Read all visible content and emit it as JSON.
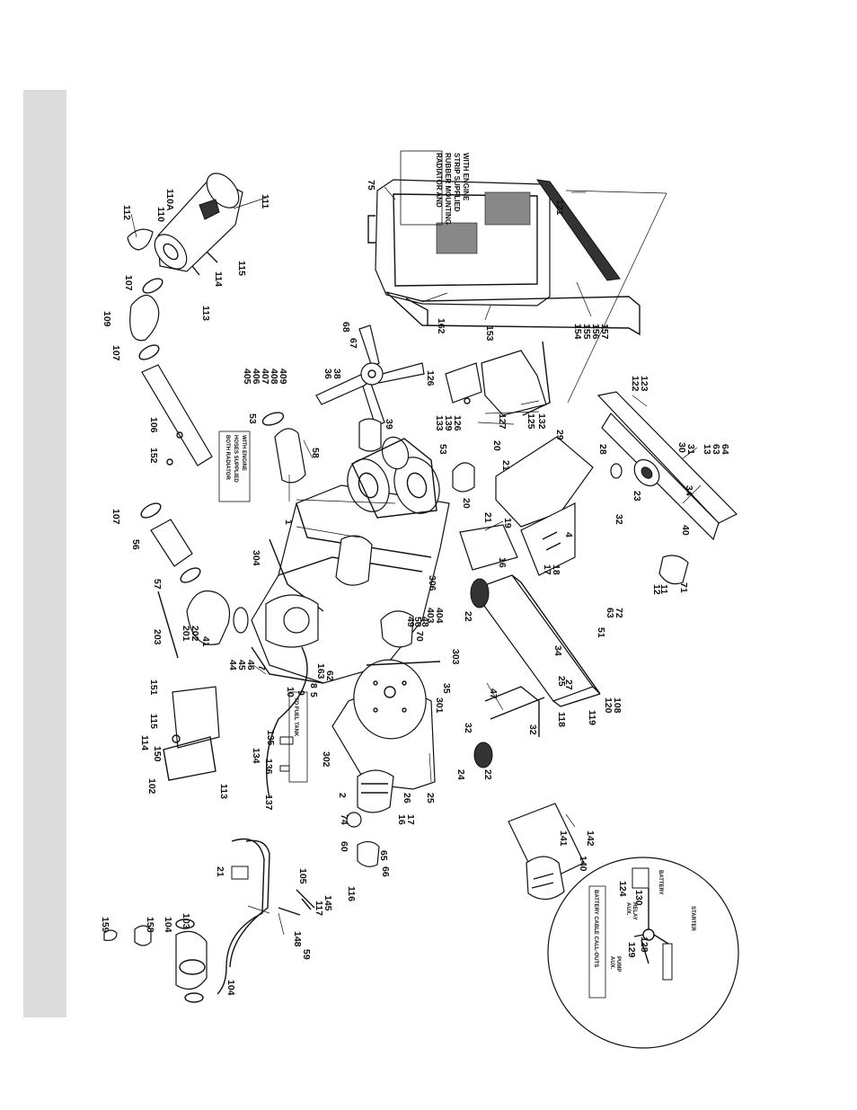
{
  "notes": {
    "radiator_note": [
      "RADIATOR AND",
      "RUBBER MOUNTING",
      "STRIP SUPPLIED",
      "WITH ENGINE"
    ],
    "hoses_note": [
      "BOTH RADIATOR",
      "HOSES SUPPLIED",
      "WITH ENGINE"
    ],
    "fuel_tank": "TO FUEL TANK",
    "battery_title": "BATTERY CABLE CALL-OUTS"
  },
  "battery_inset": {
    "battery": "BATTERY",
    "aux_relay": [
      "AUX.",
      "RELAY"
    ],
    "aux_pump": [
      "AUX.",
      "PUMP"
    ],
    "starter": "STARTER",
    "callouts": [
      "124",
      "130",
      "129",
      "128"
    ]
  },
  "callouts": [
    {
      "id": "c75",
      "text": "75"
    },
    {
      "id": "c121",
      "text": "121"
    },
    {
      "id": "c162",
      "text": "162"
    },
    {
      "id": "c153",
      "text": "153"
    },
    {
      "id": "c154",
      "text": "154"
    },
    {
      "id": "c155",
      "text": "155"
    },
    {
      "id": "c156",
      "text": "156"
    },
    {
      "id": "c157",
      "text": "157"
    },
    {
      "id": "c112",
      "text": "112"
    },
    {
      "id": "c110",
      "text": "110"
    },
    {
      "id": "c110A",
      "text": "110A"
    },
    {
      "id": "c111",
      "text": "111"
    },
    {
      "id": "c107a",
      "text": "107"
    },
    {
      "id": "c113a",
      "text": "113"
    },
    {
      "id": "c114a",
      "text": "114"
    },
    {
      "id": "c115a",
      "text": "115"
    },
    {
      "id": "c109",
      "text": "109"
    },
    {
      "id": "c107b",
      "text": "107"
    },
    {
      "id": "c106",
      "text": "106"
    },
    {
      "id": "c152",
      "text": "152"
    },
    {
      "id": "c107c",
      "text": "107"
    },
    {
      "id": "c56",
      "text": "56"
    },
    {
      "id": "c57",
      "text": "57"
    },
    {
      "id": "c203",
      "text": "203"
    },
    {
      "id": "c201",
      "text": "201"
    },
    {
      "id": "c202",
      "text": "202"
    },
    {
      "id": "c41",
      "text": "41"
    },
    {
      "id": "c405",
      "text": "405"
    },
    {
      "id": "c406",
      "text": "406"
    },
    {
      "id": "c407",
      "text": "407"
    },
    {
      "id": "c408",
      "text": "408"
    },
    {
      "id": "c409",
      "text": "409"
    },
    {
      "id": "c53a",
      "text": "53"
    },
    {
      "id": "c58",
      "text": "58"
    },
    {
      "id": "c36",
      "text": "36"
    },
    {
      "id": "c38",
      "text": "38"
    },
    {
      "id": "c68",
      "text": "68"
    },
    {
      "id": "c67",
      "text": "67"
    },
    {
      "id": "c39",
      "text": "39"
    },
    {
      "id": "c53b",
      "text": "53"
    },
    {
      "id": "c126a",
      "text": "126"
    },
    {
      "id": "c133",
      "text": "133"
    },
    {
      "id": "c139",
      "text": "139"
    },
    {
      "id": "c126b",
      "text": "126"
    },
    {
      "id": "c127",
      "text": "127"
    },
    {
      "id": "c125",
      "text": "125"
    },
    {
      "id": "c132",
      "text": "132"
    },
    {
      "id": "c122",
      "text": "122"
    },
    {
      "id": "c123",
      "text": "123"
    },
    {
      "id": "c1",
      "text": "1"
    },
    {
      "id": "c304",
      "text": "304"
    },
    {
      "id": "c20a",
      "text": "20"
    },
    {
      "id": "c21a",
      "text": "21"
    },
    {
      "id": "c29",
      "text": "29"
    },
    {
      "id": "c28",
      "text": "28"
    },
    {
      "id": "c30",
      "text": "30"
    },
    {
      "id": "c31",
      "text": "31"
    },
    {
      "id": "c13",
      "text": "13"
    },
    {
      "id": "c63a",
      "text": "63"
    },
    {
      "id": "c64",
      "text": "64"
    },
    {
      "id": "c34a",
      "text": "34"
    },
    {
      "id": "c23",
      "text": "23"
    },
    {
      "id": "c32a",
      "text": "32"
    },
    {
      "id": "c40",
      "text": "40"
    },
    {
      "id": "c20b",
      "text": "20"
    },
    {
      "id": "c21b",
      "text": "21"
    },
    {
      "id": "c19",
      "text": "19"
    },
    {
      "id": "c4",
      "text": "4"
    },
    {
      "id": "c16a",
      "text": "16"
    },
    {
      "id": "c17a",
      "text": "17"
    },
    {
      "id": "c18",
      "text": "18"
    },
    {
      "id": "c12",
      "text": "12"
    },
    {
      "id": "c71",
      "text": "71"
    },
    {
      "id": "c11",
      "text": "11"
    },
    {
      "id": "c63b",
      "text": "63"
    },
    {
      "id": "c72",
      "text": "72"
    },
    {
      "id": "c306",
      "text": "306"
    },
    {
      "id": "c22a",
      "text": "22"
    },
    {
      "id": "c403",
      "text": "403"
    },
    {
      "id": "c404",
      "text": "404"
    },
    {
      "id": "c49",
      "text": "49"
    },
    {
      "id": "c50",
      "text": "50"
    },
    {
      "id": "c48",
      "text": "48"
    },
    {
      "id": "c70",
      "text": "70"
    },
    {
      "id": "c303",
      "text": "303"
    },
    {
      "id": "c51",
      "text": "51"
    },
    {
      "id": "c34b",
      "text": "34"
    },
    {
      "id": "c44",
      "text": "44"
    },
    {
      "id": "c45",
      "text": "45"
    },
    {
      "id": "c46",
      "text": "46"
    },
    {
      "id": "c7",
      "text": "7"
    },
    {
      "id": "c62",
      "text": "62"
    },
    {
      "id": "c163",
      "text": "163"
    },
    {
      "id": "c8",
      "text": "8"
    },
    {
      "id": "c5",
      "text": "5"
    },
    {
      "id": "c10",
      "text": "10"
    },
    {
      "id": "c9",
      "text": "9"
    },
    {
      "id": "c35",
      "text": "35"
    },
    {
      "id": "c47",
      "text": "47"
    },
    {
      "id": "c25a",
      "text": "25"
    },
    {
      "id": "c27",
      "text": "27"
    },
    {
      "id": "c151",
      "text": "151"
    },
    {
      "id": "c114b",
      "text": "114"
    },
    {
      "id": "c115b",
      "text": "115"
    },
    {
      "id": "c150",
      "text": "150"
    },
    {
      "id": "c102",
      "text": "102"
    },
    {
      "id": "c113b",
      "text": "113"
    },
    {
      "id": "c134",
      "text": "134"
    },
    {
      "id": "c135",
      "text": "135"
    },
    {
      "id": "c136",
      "text": "136"
    },
    {
      "id": "c137",
      "text": "137"
    },
    {
      "id": "c302",
      "text": "302"
    },
    {
      "id": "c301",
      "text": "301"
    },
    {
      "id": "c32b",
      "text": "32"
    },
    {
      "id": "c32c",
      "text": "32"
    },
    {
      "id": "c118",
      "text": "118"
    },
    {
      "id": "c119",
      "text": "119"
    },
    {
      "id": "c120",
      "text": "120"
    },
    {
      "id": "c108",
      "text": "108"
    },
    {
      "id": "c24",
      "text": "24"
    },
    {
      "id": "c22b",
      "text": "22"
    },
    {
      "id": "c2",
      "text": "2"
    },
    {
      "id": "c26",
      "text": "26"
    },
    {
      "id": "c25b",
      "text": "25"
    },
    {
      "id": "c74",
      "text": "74"
    },
    {
      "id": "c16b",
      "text": "16"
    },
    {
      "id": "c17b",
      "text": "17"
    },
    {
      "id": "c60",
      "text": "60"
    },
    {
      "id": "c65",
      "text": "65"
    },
    {
      "id": "c66",
      "text": "66"
    },
    {
      "id": "c21c",
      "text": "21"
    },
    {
      "id": "c105",
      "text": "105"
    },
    {
      "id": "c145",
      "text": "145"
    },
    {
      "id": "c116",
      "text": "116"
    },
    {
      "id": "c117",
      "text": "117"
    },
    {
      "id": "c148",
      "text": "148"
    },
    {
      "id": "c59",
      "text": "59"
    },
    {
      "id": "c159",
      "text": "159"
    },
    {
      "id": "c158",
      "text": "158"
    },
    {
      "id": "c104a",
      "text": "104"
    },
    {
      "id": "c103",
      "text": "103"
    },
    {
      "id": "c104b",
      "text": "104"
    },
    {
      "id": "c141",
      "text": "141"
    },
    {
      "id": "c142",
      "text": "142"
    },
    {
      "id": "c140",
      "text": "140"
    }
  ]
}
